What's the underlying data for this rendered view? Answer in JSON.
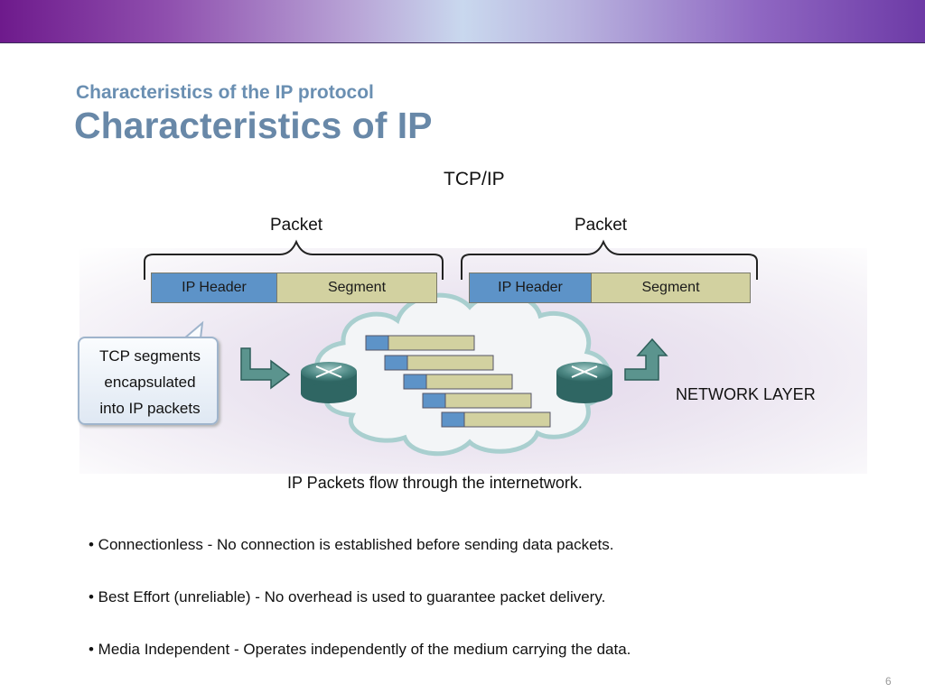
{
  "slide": {
    "subtitle": "Characteristics of the IP protocol",
    "title": "Characteristics of IP",
    "page_number": "6"
  },
  "diagram": {
    "heading": "TCP/IP",
    "packets": [
      {
        "label": "Packet",
        "header": "IP Header",
        "segment": "Segment"
      },
      {
        "label": "Packet",
        "header": "IP Header",
        "segment": "Segment"
      }
    ],
    "callout": [
      "TCP segments",
      "encapsulated",
      "into IP packets"
    ],
    "layer_label": "NETWORK LAYER",
    "caption": "IP Packets flow through the internetwork.",
    "colors": {
      "ip_header": "#5d93c8",
      "segment": "#d2d1a0",
      "arrow": "#5b948e",
      "router": "#4e8a86",
      "cloud_border": "#a9cfcf"
    },
    "icons": [
      "router-icon",
      "cloud-icon",
      "arrow-icon"
    ]
  },
  "bullets": [
    "• Connectionless - No connection is established before sending data packets.",
    "• Best Effort (unreliable) - No overhead is used to guarantee packet delivery.",
    "• Media Independent - Operates independently of the medium carrying the data."
  ]
}
